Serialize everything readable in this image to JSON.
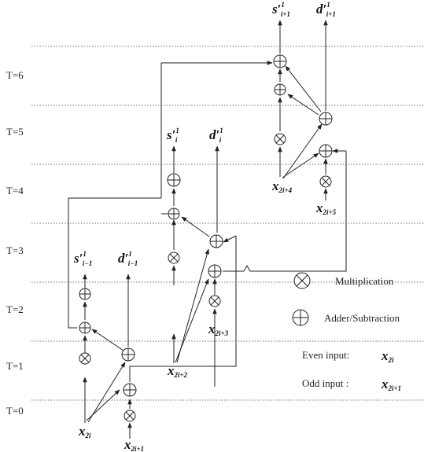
{
  "time_steps": [
    "T=0",
    "T=1",
    "T=2",
    "T=3",
    "T=4",
    "T=5",
    "T=6"
  ],
  "inputs": {
    "x2i": {
      "base": "x",
      "sub": "2i"
    },
    "x2i1": {
      "base": "x",
      "sub": "2i+1"
    },
    "x2i2": {
      "base": "x",
      "sub": "2i+2"
    },
    "x2i3": {
      "base": "x",
      "sub": "2i+3"
    },
    "x2i4": {
      "base": "x",
      "sub": "2i+4"
    },
    "x2i5": {
      "base": "x",
      "sub": "2i+5"
    }
  },
  "outputs": {
    "s_im1": {
      "base": "s′",
      "sup": "1",
      "sub": "i−1"
    },
    "d_im1": {
      "base": "d′",
      "sup": "1",
      "sub": "i−1"
    },
    "s_i": {
      "base": "s′",
      "sup": "1",
      "sub": "i"
    },
    "d_i": {
      "base": "d′",
      "sup": "1",
      "sub": "i"
    },
    "s_ip1": {
      "base": "s′",
      "sup": "1",
      "sub": "i+1"
    },
    "d_ip1": {
      "base": "d′",
      "sup": "1",
      "sub": "i+1"
    }
  },
  "legend": {
    "multiplication": "Multiplication",
    "adder": "Adder/Subtraction",
    "even_label": "Even input:",
    "even_sym": {
      "base": "x",
      "sub": "2i"
    },
    "odd_label": "Odd input :",
    "odd_sym": {
      "base": "x",
      "sub": "2i+1"
    }
  }
}
